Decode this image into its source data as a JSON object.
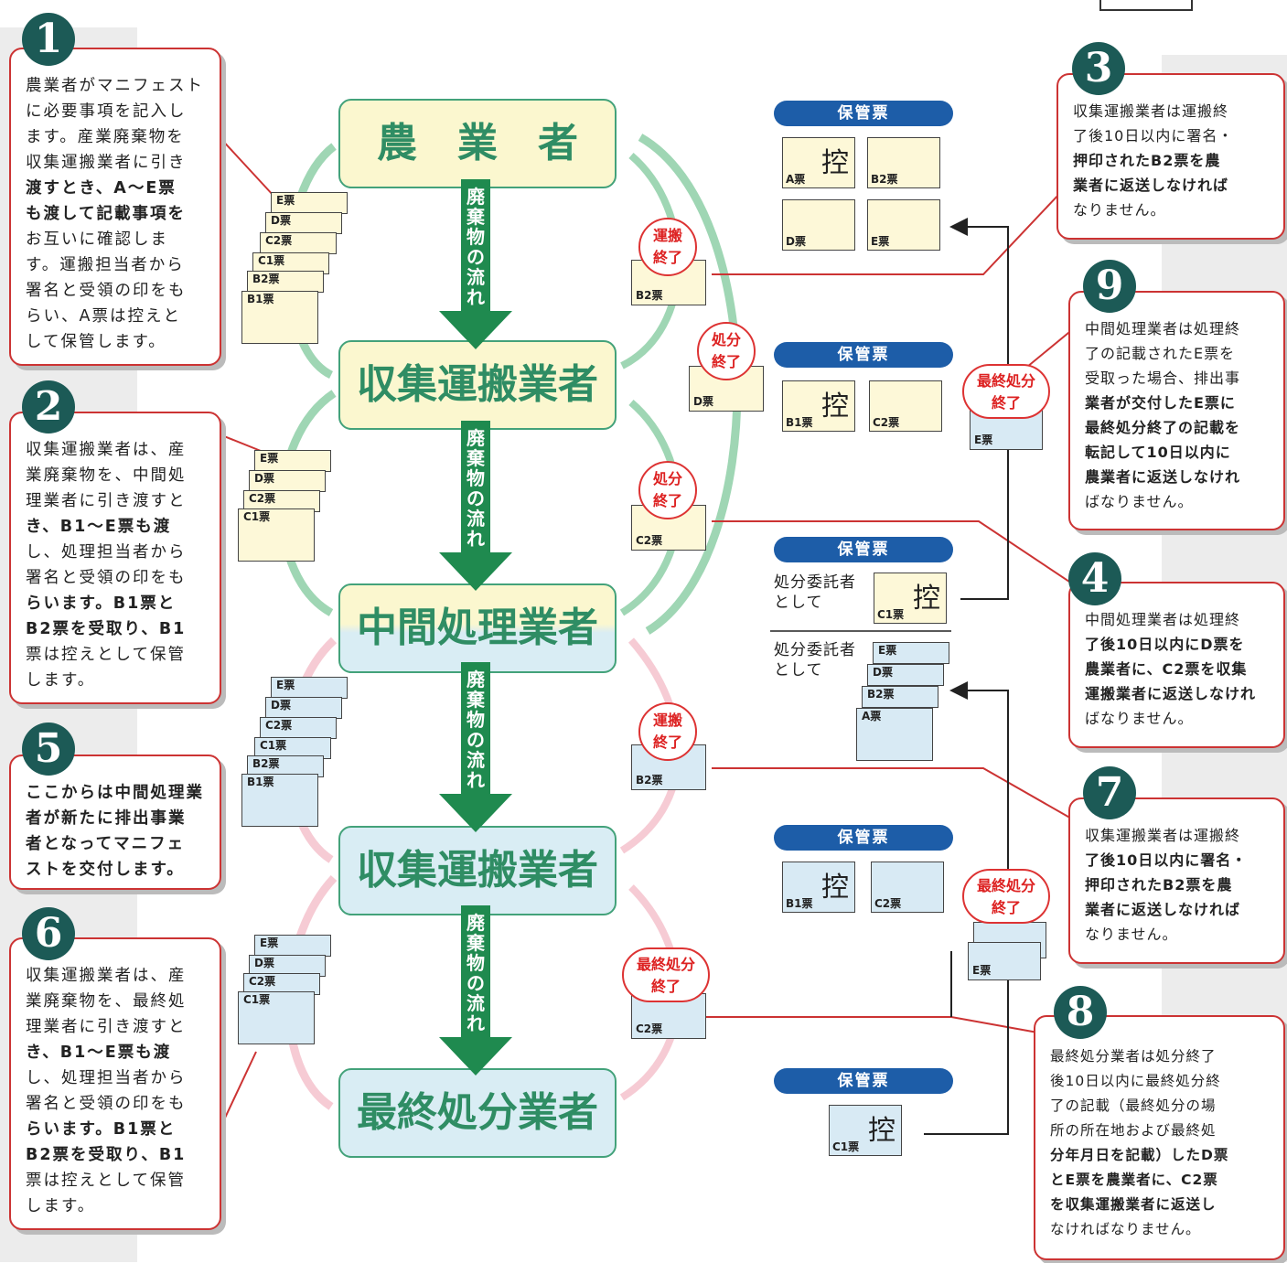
{
  "stages": [
    "農　業　者",
    "収集運搬業者",
    "中間処理業者",
    "収集運搬業者",
    "最終処分業者"
  ],
  "flow_label": "廃棄物の流れ",
  "callouts": [
    {
      "num": "1",
      "lines": [
        "農業者がマニフェスト",
        "に必要事項を記入し",
        "ます。産業廃棄物を",
        "収集運搬業者に引き",
        "渡すとき、A〜E票",
        "も渡して記載事項を",
        "お互いに確認しま",
        "す。運搬担当者から",
        "署名と受領の印をも",
        "らい、A票は控えと",
        "して保管します。"
      ]
    },
    {
      "num": "2",
      "lines": [
        "収集運搬業者は、産",
        "業廃棄物を、中間処",
        "理業者に引き渡すと",
        "き、B1〜E票も渡",
        "し、処理担当者から",
        "署名と受領の印をも",
        "らいます。B1票と",
        "B2票を受取り、B1",
        "票は控えとして保管",
        "します。"
      ]
    },
    {
      "num": "5",
      "lines": [
        "ここからは中間処理業",
        "者が新たに排出事業",
        "者となってマニフェ",
        "ストを交付します。"
      ]
    },
    {
      "num": "6",
      "lines": [
        "収集運搬業者は、産",
        "業廃棄物を、最終処",
        "理業者に引き渡すと",
        "き、B1〜E票も渡",
        "し、処理担当者から",
        "署名と受領の印をも",
        "らいます。B1票と",
        "B2票を受取り、B1",
        "票は控えとして保管",
        "します。"
      ]
    },
    {
      "num": "3",
      "lines": [
        "収集運搬業者は運搬終",
        "了後10日以内に署名・",
        "押印されたB2票を農",
        "業者に返送しなければ",
        "なりません。"
      ]
    },
    {
      "num": "9",
      "lines": [
        "中間処理業者は処理終",
        "了の記載されたE票を",
        "受取った場合、排出事",
        "業者が交付したE票に",
        "最終処分終了の記載を",
        "転記して10日以内に",
        "農業者に返送しなけれ",
        "ばなりません。"
      ]
    },
    {
      "num": "4",
      "lines": [
        "中間処理業者は処理終",
        "了後10日以内にD票を",
        "農業者に、C2票を収集",
        "運搬業者に返送しなけれ",
        "ばなりません。"
      ]
    },
    {
      "num": "7",
      "lines": [
        "収集運搬業者は運搬終",
        "了後10日以内に署名・",
        "押印されたB2票を農",
        "業者に返送しなければ",
        "なりません。"
      ]
    },
    {
      "num": "8",
      "lines": [
        "最終処分業者は処分終了",
        "後10日以内に最終処分終",
        "了の記載（最終処分の場",
        "所の所在地および最終処",
        "分年月日を記載）したD票",
        "とE票を農業者に、C2票",
        "を収集運搬業者に返送し",
        "なければなりません。"
      ]
    }
  ],
  "storage_label": "保管票",
  "hikae": "控",
  "entrust_lines": [
    "処分委託者",
    "として"
  ],
  "stamps": {
    "transport_done": [
      "運搬",
      "終了"
    ],
    "disposal_done": [
      "処分",
      "終了"
    ],
    "final_done": [
      "最終処分",
      "終了"
    ]
  },
  "slips": {
    "stack1": [
      "E票",
      "D票",
      "C2票",
      "C1票",
      "B2票",
      "B1票"
    ],
    "stack2": [
      "E票",
      "D票",
      "C2票",
      "C1票"
    ],
    "stack3": [
      "E票",
      "D票",
      "C2票",
      "C1票",
      "B2票",
      "B1票"
    ],
    "stack4": [
      "E票",
      "D票",
      "C2票",
      "C1票"
    ],
    "store1": [
      "A票",
      "B2票",
      "D票",
      "E票"
    ],
    "store2": [
      "B1票",
      "C2票"
    ],
    "store3": [
      "C1票"
    ],
    "store3b": [
      "E票",
      "D票",
      "B2票",
      "A票"
    ],
    "store4": [
      "B1票",
      "C2票"
    ],
    "store5": [
      "C1票"
    ],
    "returned": [
      "B2票",
      "D票",
      "C2票",
      "E票",
      "B2票",
      "D票",
      "E票",
      "C2票"
    ]
  }
}
